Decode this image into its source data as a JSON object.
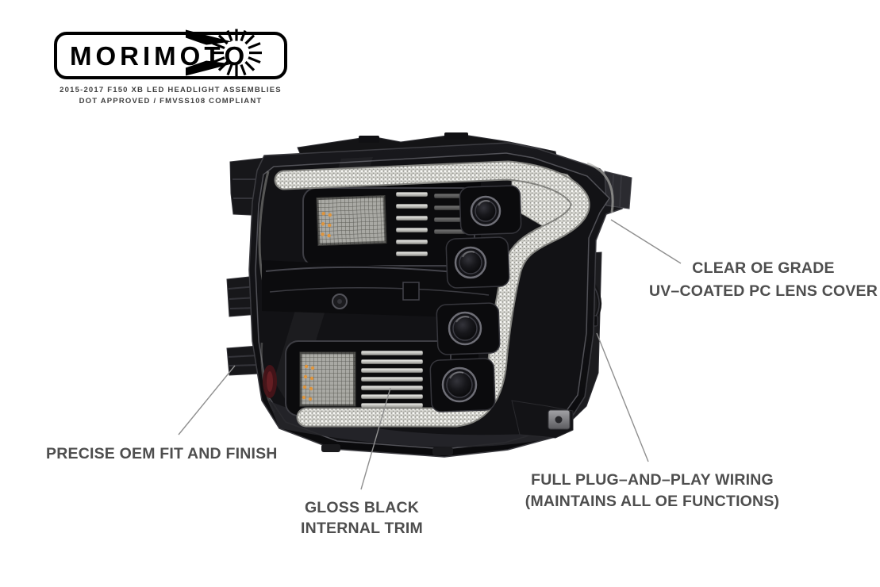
{
  "brand": {
    "logo_text": "MORIMOTO",
    "tagline_line1": "2015-2017 F150 XB LED HEADLIGHT ASSEMBLIES",
    "tagline_line2": "DOT APPROVED / FMVSS108 COMPLIANT"
  },
  "callouts": {
    "lens_cover": {
      "line1": "CLEAR OE GRADE",
      "line2": "UV–COATED PC LENS COVER"
    },
    "oem_fit": {
      "line1": "PRECISE OEM FIT AND FINISH"
    },
    "internal_trim": {
      "line1": "GLOSS BLACK",
      "line2": "INTERNAL TRIM"
    },
    "wiring": {
      "line1": "FULL PLUG–AND–PLAY WIRING",
      "line2": "(MAINTAINS ALL OE FUNCTIONS)"
    }
  },
  "photo": {
    "alt": "Black LED headlight assembly with C-shaped white DRL strip, two mesh reflector openings, heat-sink fins and four stacked projector lenses"
  },
  "colors": {
    "background": "#ffffff",
    "callout_text": "#4e4e4e",
    "leader_line": "#8f8f8f",
    "logo_ink": "#000000",
    "drl_strip": "#dcdcd7",
    "housing_black": "#0c0c0e",
    "amber_led": "#e0953c",
    "wire_green": "#3fae4a",
    "wire_red": "#c93f4e",
    "wire_pink": "#e06f9e"
  }
}
